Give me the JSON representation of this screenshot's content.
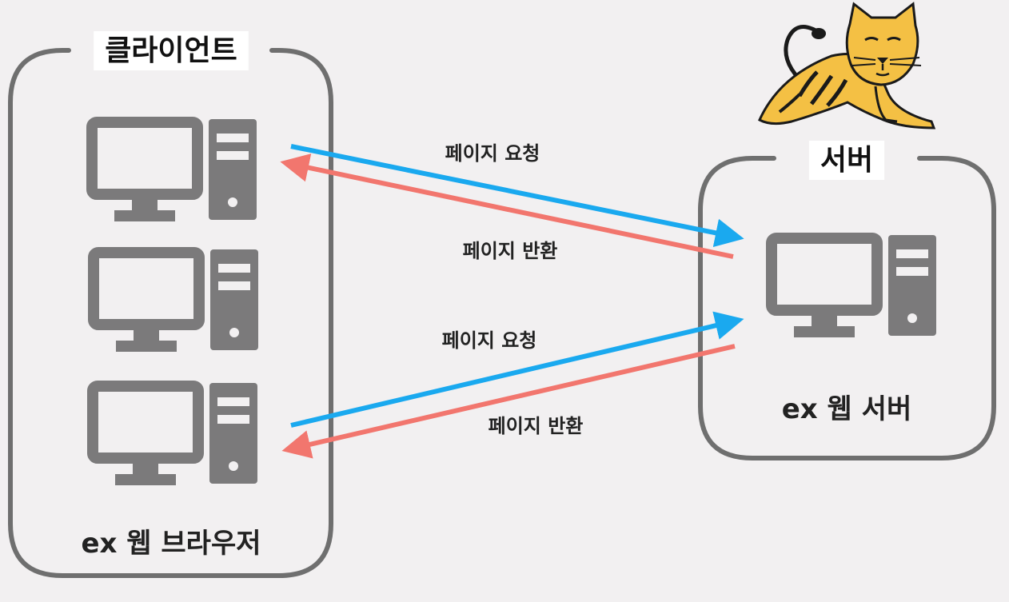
{
  "client": {
    "title": "클라이언트",
    "caption": "ex 웹 브라우저"
  },
  "server": {
    "title": "서버",
    "caption": "ex 웹 서버"
  },
  "arrows": {
    "request_1": "페이지 요청",
    "response_1": "페이지 반환",
    "request_2": "페이지 요청",
    "response_2": "페이지 반환"
  },
  "icons": {
    "computer": "desktop-computer-icon",
    "tomcat": "tomcat-cat-logo"
  },
  "colors": {
    "request_arrow": "#1aa9ef",
    "response_arrow": "#f2766e",
    "computer": "#7b7a7b",
    "box_border": "#6f6f6f",
    "tomcat_yellow": "#f4c044"
  }
}
